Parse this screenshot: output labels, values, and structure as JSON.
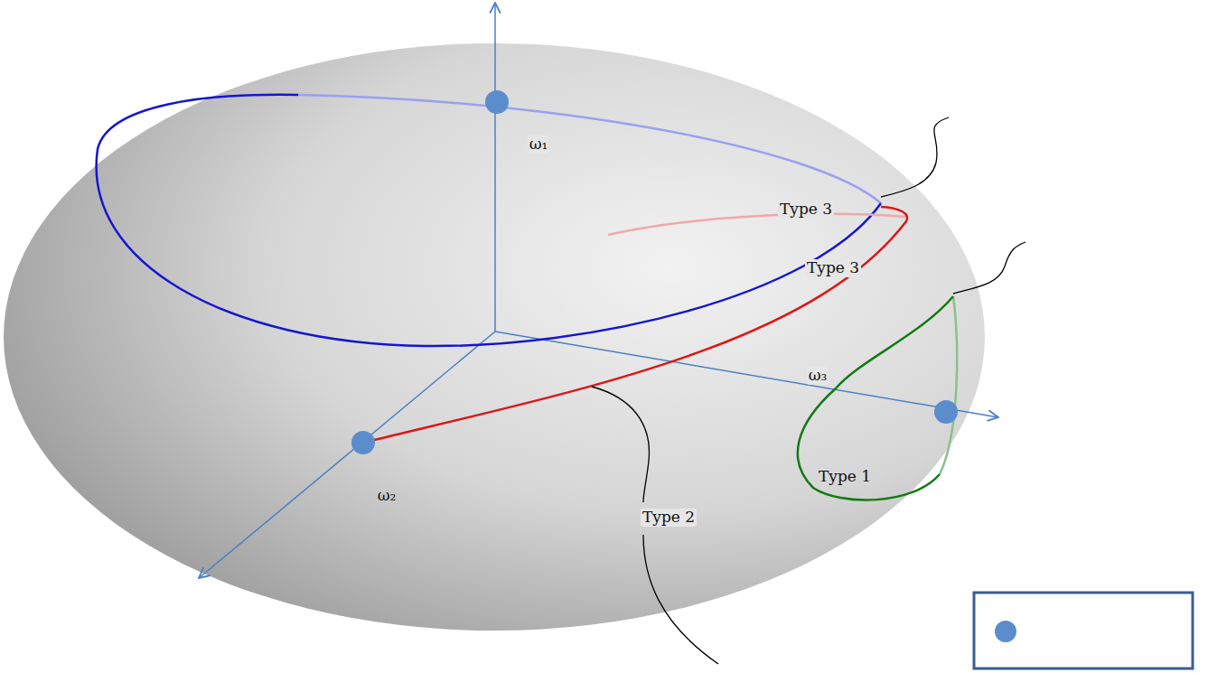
{
  "diagram": {
    "labels": [
      "ω₁",
      "Type 3",
      "Type 3",
      "ω₃",
      "ω₂",
      "Type 1",
      "Type 2"
    ]
  }
}
